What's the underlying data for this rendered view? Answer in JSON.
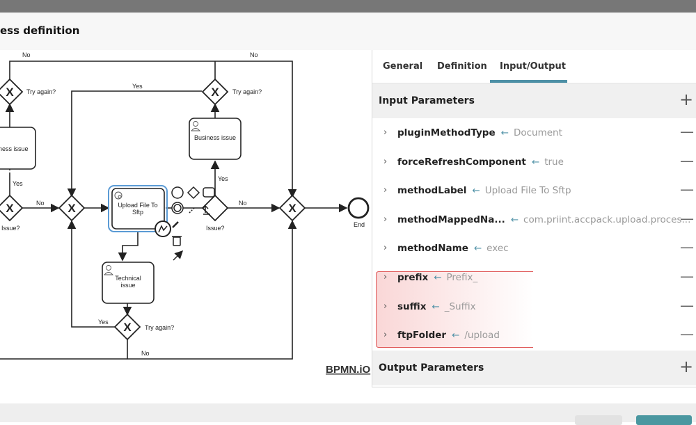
{
  "header": {
    "title": "ess definition"
  },
  "diagram": {
    "labels": {
      "no_top_left": "No",
      "no_top_right": "No",
      "yes_top": "Yes",
      "try_again_1": "Try again?",
      "try_again_2": "Try again?",
      "try_again_3": "Try again?",
      "business_issue_left": "ness issue",
      "business_issue": "Business issue",
      "yes_left": "Yes",
      "no_mid_left": "No",
      "issue_left": "Issue?",
      "upload_line1": "Upload File To",
      "upload_line2": "Sftp",
      "yes_mid": "Yes",
      "no_mid_right": "No",
      "issue_right": "Issue?",
      "end": "End",
      "technical_line1": "Technical",
      "technical_line2": "issue",
      "yes_bottom": "Yes",
      "no_bottom": "No"
    },
    "watermark": "BPMN.iO"
  },
  "panel": {
    "tabs": [
      "General",
      "Definition",
      "Input/Output"
    ],
    "active_tab": "Input/Output",
    "input_section": {
      "label": "Input Parameters",
      "add_icon": "+"
    },
    "params": [
      {
        "name": "pluginMethodType",
        "value": "Document"
      },
      {
        "name": "forceRefreshComponent",
        "value": "true"
      },
      {
        "name": "methodLabel",
        "value": "Upload File To Sftp"
      },
      {
        "name": "methodMappedNa...",
        "value": "com.priint.accpack.upload.proces..."
      },
      {
        "name": "methodName",
        "value": "exec"
      },
      {
        "name": "prefix",
        "value": "Prefix_"
      },
      {
        "name": "suffix",
        "value": "_Suffix"
      },
      {
        "name": "ftpFolder",
        "value": "/upload"
      }
    ],
    "output_section": {
      "label": "Output Parameters",
      "add_icon": "+"
    },
    "arrow_glyph": "←",
    "remove_glyph": "—",
    "expand_glyph": "›"
  },
  "colors": {
    "accent": "#4d90a6",
    "highlight": "#e05a5a",
    "selected_task": "#5b9bd5"
  }
}
